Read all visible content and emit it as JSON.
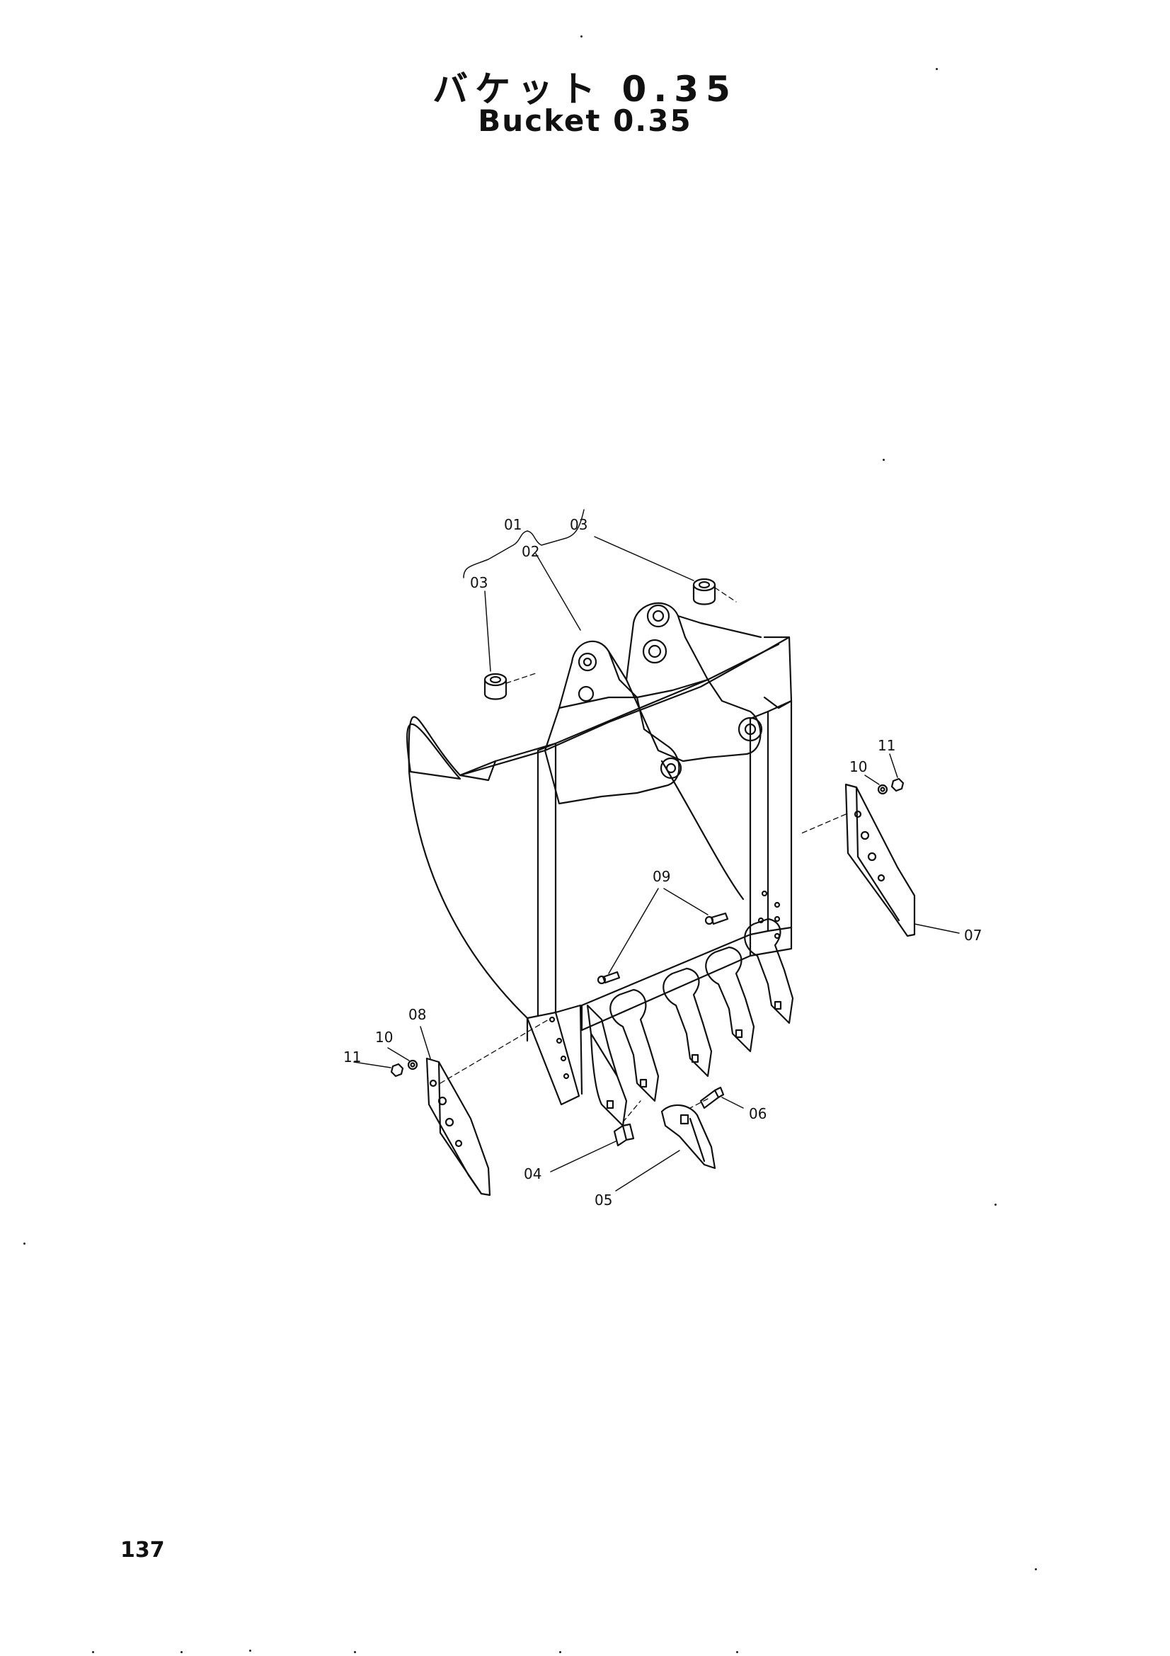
{
  "header": {
    "title_ja": "バケット 0.35",
    "title_en": "Bucket 0.35"
  },
  "callouts": {
    "c01": "01",
    "c02": "02",
    "c03_left": "03",
    "c03_right": "03",
    "c04": "04",
    "c05": "05",
    "c06": "06",
    "c07": "07",
    "c08": "08",
    "c09": "09",
    "c10_left": "10",
    "c10_right": "10",
    "c11_left": "11",
    "c11_right": "11"
  },
  "footer": {
    "page_number": "137"
  },
  "colors": {
    "ink": "#111111",
    "paper": "#ffffff"
  }
}
